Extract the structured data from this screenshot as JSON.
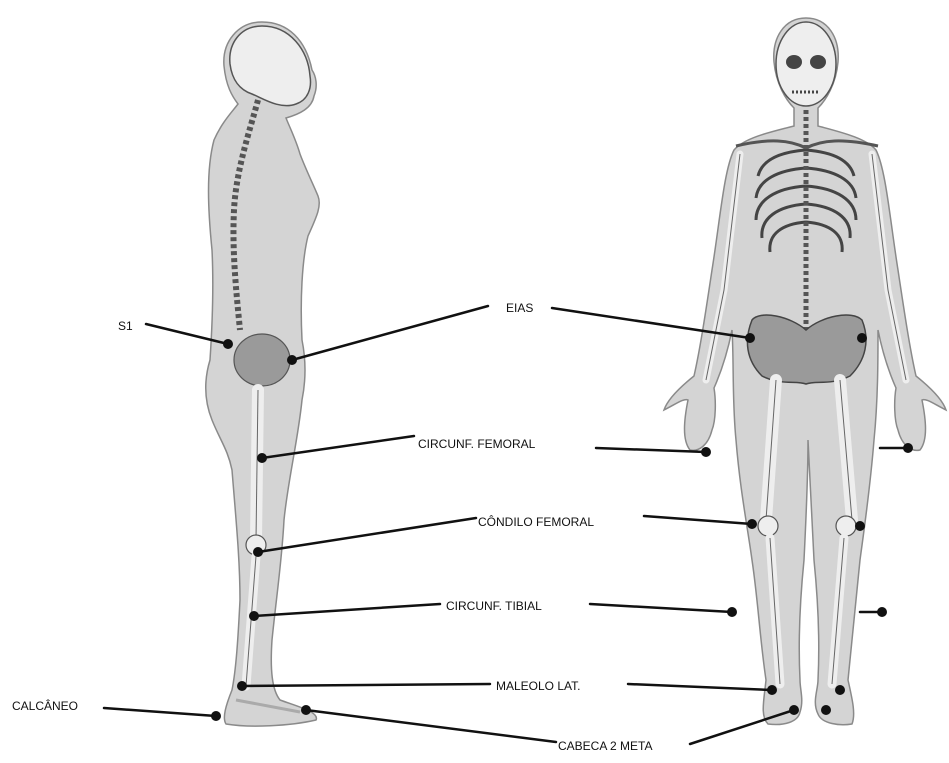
{
  "labels": {
    "s1": "S1",
    "eias": "EIAS",
    "circunf_femoral": "CIRCUNF. FEMORAL",
    "condilo_femoral": "CÔNDILO FEMORAL",
    "circunf_tibial": "CIRCUNF. TIBIAL",
    "maleolo_lat": "MALEOLO LAT.",
    "calcaneo": "CALCÂNEO",
    "cabeca_2_meta": "CABECA 2 META"
  },
  "colors": {
    "skin": "#d4d4d4",
    "skin_outline": "#8a8a8a",
    "bone": "#f0f0f0",
    "bone_outline": "#5a5a5a",
    "line": "#111111"
  }
}
